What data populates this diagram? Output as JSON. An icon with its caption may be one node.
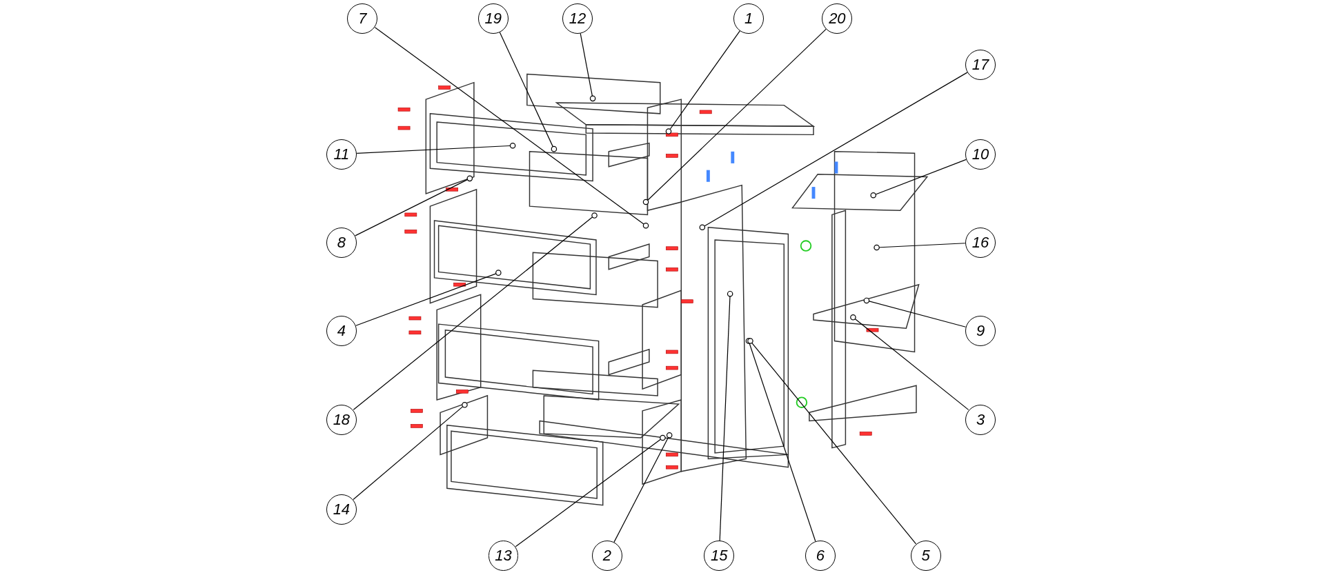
{
  "diagram": {
    "nodes": [
      {
        "text": [
          "7"
        ]
      },
      {
        "text": [
          "19"
        ]
      },
      {
        "text": [
          "12"
        ]
      },
      {
        "text": [
          "1"
        ]
      },
      {
        "text": [
          "20"
        ]
      },
      {
        "text": [
          "17"
        ]
      },
      {
        "text": [
          "11"
        ]
      },
      {
        "text": [
          "10"
        ]
      },
      {
        "text": [
          "8"
        ]
      },
      {
        "text": [
          "16"
        ]
      },
      {
        "text": [
          "4"
        ]
      },
      {
        "text": [
          "9"
        ]
      },
      {
        "text": [
          "18"
        ]
      },
      {
        "text": [
          "3"
        ]
      },
      {
        "text": [
          "14"
        ]
      },
      {
        "text": [
          "13"
        ]
      },
      {
        "text": [
          "2"
        ]
      },
      {
        "text": [
          "15"
        ]
      },
      {
        "text": [
          "6"
        ]
      },
      {
        "text": [
          "5"
        ]
      }
    ],
    "edges": [
      {
        "from": 0,
        "to": null,
        "arrow": "other"
      },
      {
        "from": 1,
        "to": null,
        "arrow": "other"
      },
      {
        "from": 2,
        "to": null,
        "arrow": "other"
      },
      {
        "from": 3,
        "to": null,
        "arrow": "other"
      },
      {
        "from": 4,
        "to": null,
        "arrow": "other"
      },
      {
        "from": 5,
        "to": null,
        "arrow": "other"
      },
      {
        "from": 6,
        "to": null,
        "arrow": "other"
      },
      {
        "from": 7,
        "to": null,
        "arrow": "other"
      },
      {
        "from": 8,
        "to": null,
        "arrow": "other"
      },
      {
        "from": 9,
        "to": null,
        "arrow": "other"
      },
      {
        "from": 10,
        "to": null,
        "arrow": "other"
      },
      {
        "from": 11,
        "to": null,
        "arrow": "other"
      },
      {
        "from": 12,
        "to": null,
        "arrow": "other"
      },
      {
        "from": 13,
        "to": null,
        "arrow": "other"
      },
      {
        "from": 14,
        "to": null,
        "arrow": "other"
      },
      {
        "from": 15,
        "to": null,
        "arrow": "other"
      },
      {
        "from": 16,
        "to": null,
        "arrow": "other"
      },
      {
        "from": 17,
        "to": null,
        "arrow": "other"
      },
      {
        "from": 18,
        "to": null,
        "arrow": "other"
      },
      {
        "from": 19,
        "to": null,
        "arrow": "other"
      }
    ]
  }
}
